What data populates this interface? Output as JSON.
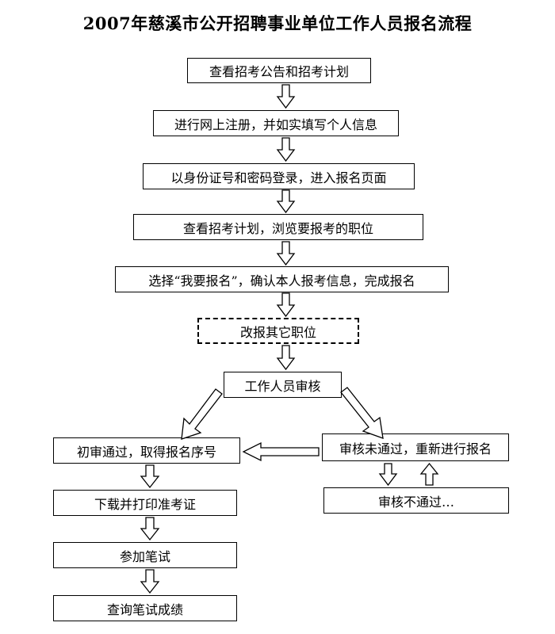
{
  "title": "2007年慈溪市公开招聘事业单位工作人员报名流程",
  "steps": {
    "s1": "查看招考公告和招考计划",
    "s2": "进行网上注册，并如实填写个人信息",
    "s3": "以身份证号和密码登录，进入报名页面",
    "s4": "查看招考计划，浏览要报考的职位",
    "s5": "选择“我要报名”，确认本人报考信息，完成报名",
    "s6": "改报其它职位",
    "s7": "工作人员审核",
    "pass": "初审通过，取得报名序号",
    "print": "下载并打印准考证",
    "exam": "参加笔试",
    "score": "查询笔试成绩",
    "fail": "审核未通过，重新进行报名",
    "reject": "审核不通过…"
  }
}
